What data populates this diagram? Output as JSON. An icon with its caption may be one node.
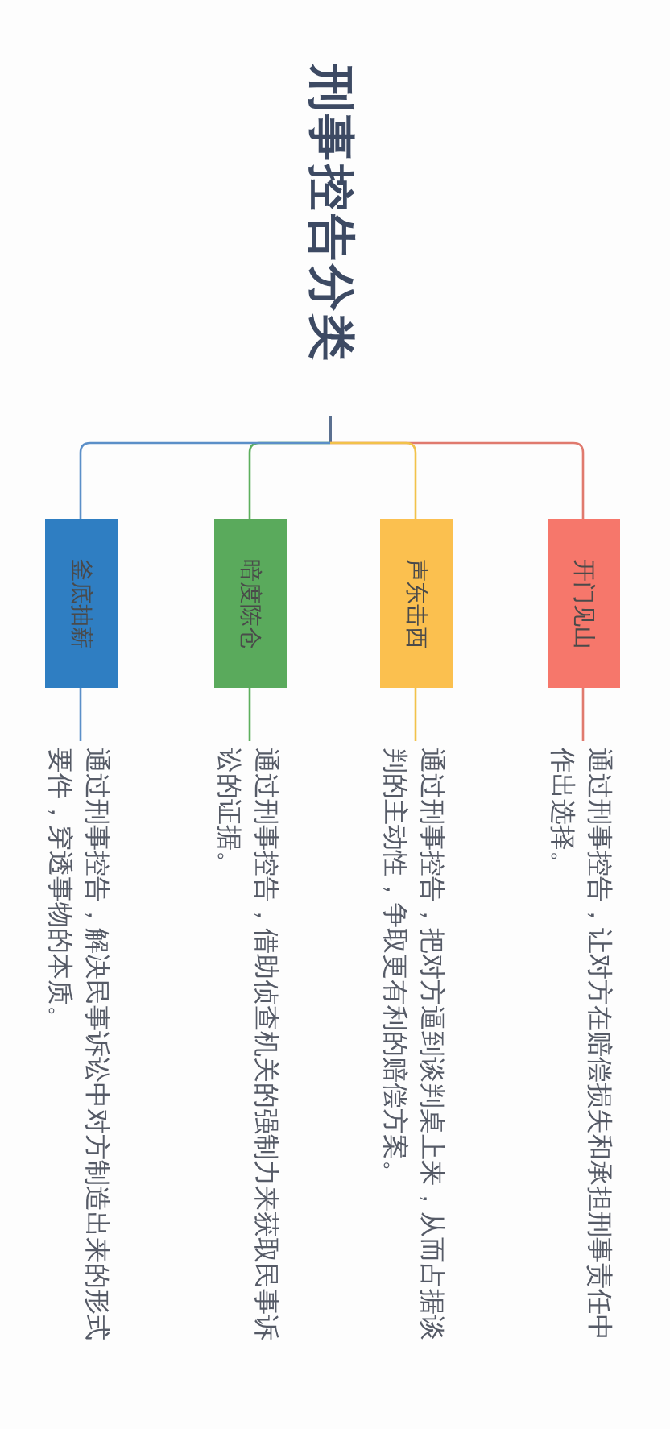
{
  "diagram": {
    "title": "刑事控告分类",
    "nodes": [
      {
        "text": [
          "开门见山"
        ]
      },
      {
        "text": [
          "声东击西"
        ]
      },
      {
        "text": [
          "暗度陈仓"
        ]
      },
      {
        "text": [
          "釜底抽薪"
        ]
      },
      {
        "text": [
          "通过刑事控告，让对方在赔偿损失和承担刑事责任中作出选择。"
        ]
      },
      {
        "text": [
          "通过刑事控告，把对方逼到谈判桌上来，从而占据谈判的主动性，争取更有利的赔偿方案。"
        ]
      },
      {
        "text": [
          "通过刑事控告，借助侦查机关的强制力来获取民事诉讼的证据。"
        ]
      },
      {
        "text": [
          "通过刑事控告，解决民事诉讼中对方制造出来的形式要件，穿透事物的本质。"
        ]
      }
    ],
    "edges": [
      {
        "from": null,
        "to": 0,
        "arrow": "none",
        "color": "#e07a6e"
      },
      {
        "from": null,
        "to": 1,
        "arrow": "none",
        "color": "#f2c24a"
      },
      {
        "from": null,
        "to": 2,
        "arrow": "none",
        "color": "#5daf5d"
      },
      {
        "from": null,
        "to": 3,
        "arrow": "none",
        "color": "#5b8fc8"
      },
      {
        "from": 0,
        "to": 4,
        "arrow": "none",
        "color": "#e07a6e"
      },
      {
        "from": 1,
        "to": 5,
        "arrow": "none",
        "color": "#f2c24a"
      },
      {
        "from": 2,
        "to": 6,
        "arrow": "none",
        "color": "#5daf5d"
      },
      {
        "from": 3,
        "to": 7,
        "arrow": "none",
        "color": "#5b8fc8"
      }
    ]
  }
}
